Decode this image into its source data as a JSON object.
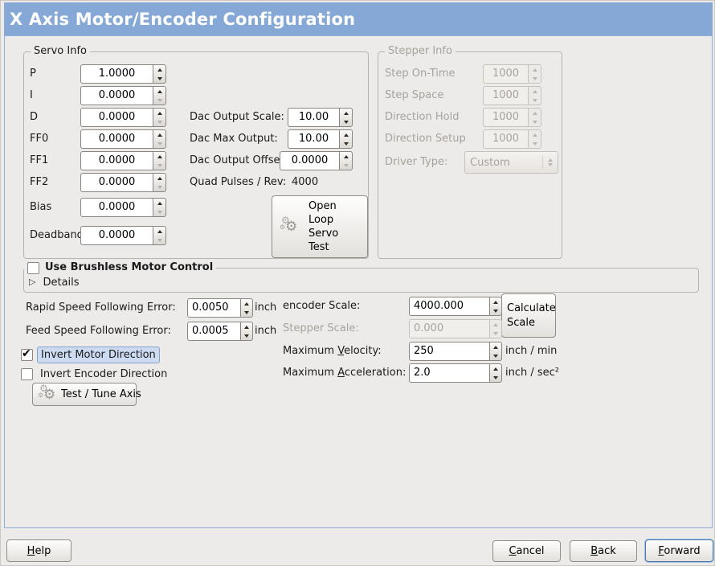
{
  "window": {
    "title": "X Axis Motor/Encoder Configuration"
  },
  "colors": {
    "titlebar": "#85a8d6",
    "panel_border": "#8fb0d8",
    "background": "#edebe9",
    "focus_label_bg": "#ccdbf1"
  },
  "icons": {
    "gear_glyph": "⚙",
    "expander_glyph": "▷",
    "check_glyph": "✔"
  },
  "servo_info": {
    "legend": "Servo Info",
    "fields": [
      {
        "label": "P",
        "value": "1.0000"
      },
      {
        "label": "I",
        "value": "0.0000"
      },
      {
        "label": "D",
        "value": "0.0000"
      },
      {
        "label": "FF0",
        "value": "0.0000"
      },
      {
        "label": "FF1",
        "value": "0.0000"
      },
      {
        "label": "FF2",
        "value": "0.0000"
      },
      {
        "label": "Bias",
        "value": "0.0000"
      },
      {
        "label": "Deadband",
        "value": "0.0000"
      }
    ],
    "dac": [
      {
        "label": "Dac Output Scale:",
        "value": "10.00"
      },
      {
        "label": "Dac Max Output:",
        "value": "10.00"
      },
      {
        "label": "Dac Output Offset:",
        "value": "0.0000"
      }
    ],
    "quad_label": "Quad Pulses / Rev:",
    "quad_value": "4000",
    "open_loop_button": "Open Loop Servo Test"
  },
  "stepper_info": {
    "legend": "Stepper Info",
    "fields": [
      {
        "label": "Step On-Time",
        "value": "1000"
      },
      {
        "label": "Step Space",
        "value": "1000"
      },
      {
        "label": "Direction Hold",
        "value": "1000"
      },
      {
        "label": "Direction Setup",
        "value": "1000"
      }
    ],
    "driver_type_label": "Driver Type:",
    "driver_type_value": "Custom"
  },
  "brushless": {
    "checkbox_label": "Use Brushless Motor Control",
    "checked": false,
    "details_label": "Details"
  },
  "following_error": [
    {
      "label": "Rapid Speed Following Error:",
      "value": "0.0050",
      "unit": "inch"
    },
    {
      "label": "Feed Speed Following Error:",
      "value": "0.0005",
      "unit": "inch"
    }
  ],
  "scale": {
    "encoder_label": "encoder Scale:",
    "encoder_value": "4000.000",
    "calculate_button": "Calculate Scale",
    "stepper_label": "Stepper Scale:",
    "stepper_value": "0.000",
    "velocity": {
      "pre": "Maximum ",
      "key": "V",
      "post": "elocity:",
      "value": "250",
      "unit": "inch / min"
    },
    "acceleration": {
      "pre": "Maximum ",
      "key": "A",
      "post": "cceleration:",
      "value": "2.0",
      "unit": "inch / sec²"
    }
  },
  "direction": {
    "invert_motor": {
      "label": "Invert Motor Direction",
      "checked": true
    },
    "invert_encoder": {
      "label": "Invert Encoder Direction",
      "checked": false
    }
  },
  "test_tune_button": "Test / Tune Axis",
  "footer": {
    "help": {
      "key": "H",
      "post": "elp"
    },
    "cancel": {
      "key": "C",
      "post": "ancel"
    },
    "back": {
      "key": "B",
      "post": "ack"
    },
    "forward": {
      "key": "F",
      "post": "orward"
    }
  }
}
